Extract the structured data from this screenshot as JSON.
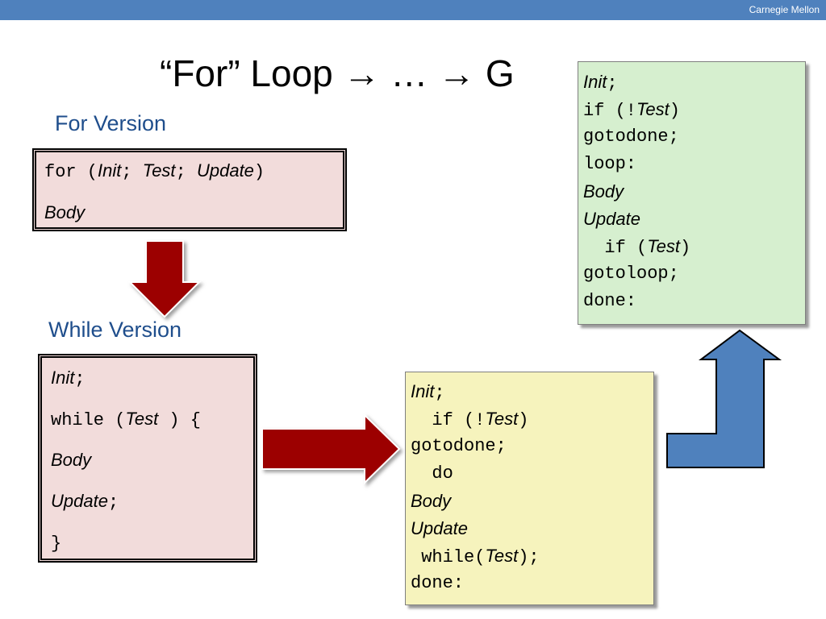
{
  "header": {
    "brand": "Carnegie Mellon"
  },
  "slide": {
    "title": "“For” Loop → … → G",
    "for_label": "For Version",
    "while_label": "While Version"
  },
  "for_box": {
    "line1": {
      "kw1": "for (",
      "init": "Init",
      "sep1": "; ",
      "test": "Test",
      "sep2": "; ",
      "update": "Update",
      "close": ")"
    },
    "line2": {
      "body": "Body"
    }
  },
  "while_box": {
    "line1": {
      "init": "Init",
      "semi": ";"
    },
    "line2": {
      "kw": "while (",
      "test": "Test",
      "close": " ) {"
    },
    "line3": {
      "body": "Body"
    },
    "line4": {
      "update": "Update",
      "semi": ";"
    },
    "line5": {
      "close": "}"
    }
  },
  "dowhile_box": {
    "l1": {
      "init": "Init",
      "semi": ";"
    },
    "l2": {
      "pre": "  if (!",
      "test": "Test",
      "post": ")"
    },
    "l3": "gotodone;",
    "l4": "  do",
    "l5": "Body",
    "l6": "Update",
    "l7": {
      "pre": " while(",
      "test": "Test",
      "post": ");"
    },
    "l8": "done:"
  },
  "goto_box": {
    "l1": {
      "init": "Init",
      "semi": ";"
    },
    "l2": {
      "pre": "if (!",
      "test": "Test",
      "post": ")"
    },
    "l3": "gotodone;",
    "l4": "loop:",
    "l5": "Body",
    "l6": "Update",
    "l7": {
      "pre": "  if (",
      "test": "Test",
      "post": ")"
    },
    "l8": "gotoloop;",
    "l9": "done:"
  },
  "colors": {
    "header_bar": "#4f81bd",
    "label_blue": "#1f4e8c",
    "red_arrow": "#9c0006",
    "blue_arrow": "#4f81bd",
    "pink_box": "#f2dcdb",
    "yellow_box": "#f6f3bd",
    "green_box": "#d6efcf"
  }
}
